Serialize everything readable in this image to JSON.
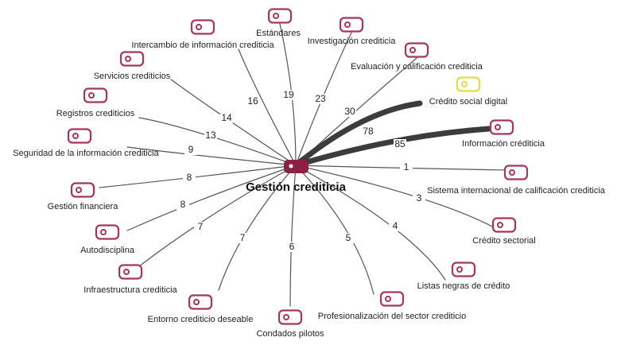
{
  "center": {
    "label": "Gestión crediticia",
    "icon": "toggle-icon",
    "color": "#8b2246"
  },
  "colors": {
    "node_icon": "#a5355a",
    "highlight_icon": "#e3d94a",
    "edge": "#555555",
    "heavy_edge": "#3c3c3c"
  },
  "nodes": [
    {
      "id": "estandares",
      "label": "Estándares",
      "weight": "19",
      "icon": "toggle-icon",
      "highlight": false
    },
    {
      "id": "investigacion",
      "label": "Investigación crediticia",
      "weight": "23",
      "icon": "toggle-icon",
      "highlight": false
    },
    {
      "id": "evaluacion",
      "label": "Evaluación y calificación crediticia",
      "weight": "30",
      "icon": "toggle-icon",
      "highlight": false
    },
    {
      "id": "credito-social",
      "label": "Crédito social digital",
      "weight": "78",
      "icon": "toggle-icon",
      "highlight": true
    },
    {
      "id": "informacion",
      "label": "Información créditicia",
      "weight": "85",
      "icon": "toggle-icon",
      "highlight": false
    },
    {
      "id": "sistema-internacional",
      "label": "Sistema internacional de calificación crediticia",
      "weight": "1",
      "icon": "toggle-icon",
      "highlight": false
    },
    {
      "id": "credito-sectorial",
      "label": "Crédito sectorial",
      "weight": "3",
      "icon": "toggle-icon",
      "highlight": false
    },
    {
      "id": "listas-negras",
      "label": "Listas negras de crédito",
      "weight": "4",
      "icon": "toggle-icon",
      "highlight": false
    },
    {
      "id": "profesionalizacion",
      "label": "Profesionalización del sector crediticio",
      "weight": "5",
      "icon": "toggle-icon",
      "highlight": false
    },
    {
      "id": "condados",
      "label": "Condados pilotos",
      "weight": "6",
      "icon": "toggle-icon",
      "highlight": false
    },
    {
      "id": "entorno",
      "label": "Entorno crediticio deseable",
      "weight": "7",
      "icon": "toggle-icon",
      "highlight": false
    },
    {
      "id": "infraestructura",
      "label": "Infraestructura crediticia",
      "weight": "7",
      "icon": "toggle-icon",
      "highlight": false
    },
    {
      "id": "autodisciplina",
      "label": "Autodisciplina",
      "weight": "8",
      "icon": "toggle-icon",
      "highlight": false
    },
    {
      "id": "gestion-financiera",
      "label": "Gestión financiera",
      "weight": "8",
      "icon": "toggle-icon",
      "highlight": false
    },
    {
      "id": "seguridad",
      "label": "Seguridad de la información crediticia",
      "weight": "9",
      "icon": "toggle-icon",
      "highlight": false
    },
    {
      "id": "registros",
      "label": "Registros crediticios",
      "weight": "13",
      "icon": "toggle-icon",
      "highlight": false
    },
    {
      "id": "servicios",
      "label": "Servicios crediticios",
      "weight": "14",
      "icon": "toggle-icon",
      "highlight": false
    },
    {
      "id": "intercambio",
      "label": "Intercambio de información crediticia",
      "weight": "16",
      "icon": "toggle-icon",
      "highlight": false
    }
  ]
}
